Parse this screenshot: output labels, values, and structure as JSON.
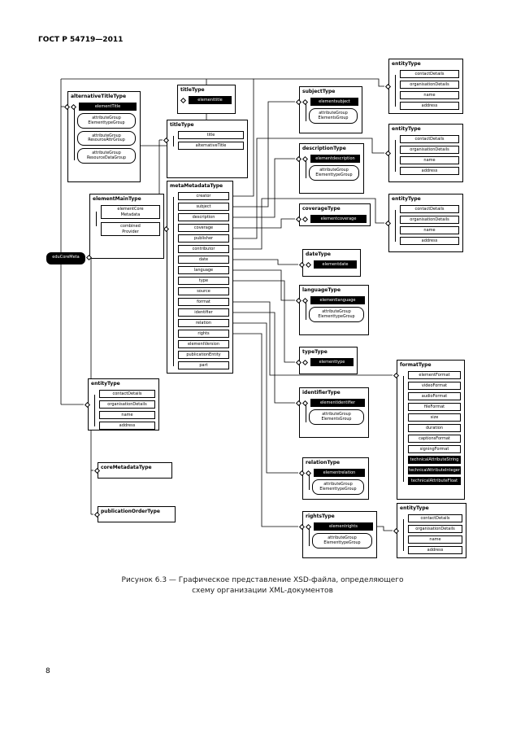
{
  "page": {
    "header": "ГОСТ Р 54719—2011",
    "page_number": "8",
    "caption_line1": "Рисунок 6.3 — Графическое представление XSD-файла, определяющего",
    "caption_line2": "схему организации XML-документов"
  },
  "diagram": {
    "entity_rows": [
      "contactDetails",
      "organisationDetails",
      "name",
      "address"
    ],
    "attr_groups": {
      "elementtype": "attributeGroup\nElementtypeGroup",
      "elements": "attributeGroup\nElementsGroup",
      "resource_attr": "attributeGroup\nResourceAttrGroup",
      "resource_data": "attributeGroup\nResourceDataGroup"
    },
    "nodes": {
      "alternative_title_type": {
        "label": "alternativeTitleType",
        "element": "elementTitle"
      },
      "title_type_small": {
        "label": "titleType",
        "element": "elementtitle"
      },
      "title_type": {
        "label": "titleType",
        "rows": [
          "title",
          "alternativeTitle"
        ]
      },
      "element_main_type": {
        "label": "elementMainType",
        "rows": [
          "elementCore\nMetadata",
          "combined\nProvider"
        ]
      },
      "edu_core_meta": {
        "label": "eduCoreMeta"
      },
      "meta_metadata_type": {
        "label": "metaMetadataType",
        "rows": [
          "creator",
          "subject",
          "description",
          "coverage",
          "publisher",
          "contributor",
          "date",
          "language",
          "type",
          "source",
          "format",
          "identifier",
          "relation",
          "rights",
          "elementVersion",
          "publicationEntity",
          "part"
        ]
      },
      "subject_type": {
        "label": "subjectType",
        "element": "elementsubject"
      },
      "description_type": {
        "label": "descriptionType",
        "element": "elementdescription"
      },
      "coverage_type": {
        "label": "coverageType",
        "element": "elementcoverage"
      },
      "date_type": {
        "label": "dateType",
        "element": "elementdate"
      },
      "language_type": {
        "label": "languageType",
        "element": "elementlanguage"
      },
      "type_type": {
        "label": "typeType",
        "element": "elementtype"
      },
      "identifier_type": {
        "label": "identifierType",
        "element": "elementidentifier"
      },
      "relation_type": {
        "label": "relationType",
        "element": "elementrelation"
      },
      "rights_type": {
        "label": "rightsType",
        "element": "elementrights"
      },
      "entity_type": {
        "label": "entityType"
      },
      "format_type": {
        "label": "formatType",
        "rows": [
          "elementFormat",
          "videoFormat",
          "audioFormat",
          "fileFormat",
          "size",
          "duration",
          "captionsFormat",
          "signingFormat",
          "technicalAttributeString",
          "technicalAttributeInteger",
          "technicalAttributeFloat"
        ]
      },
      "core_metadata_type": {
        "label": "coreMetadataType"
      },
      "publication_order_type": {
        "label": "publicationOrderType"
      }
    }
  }
}
